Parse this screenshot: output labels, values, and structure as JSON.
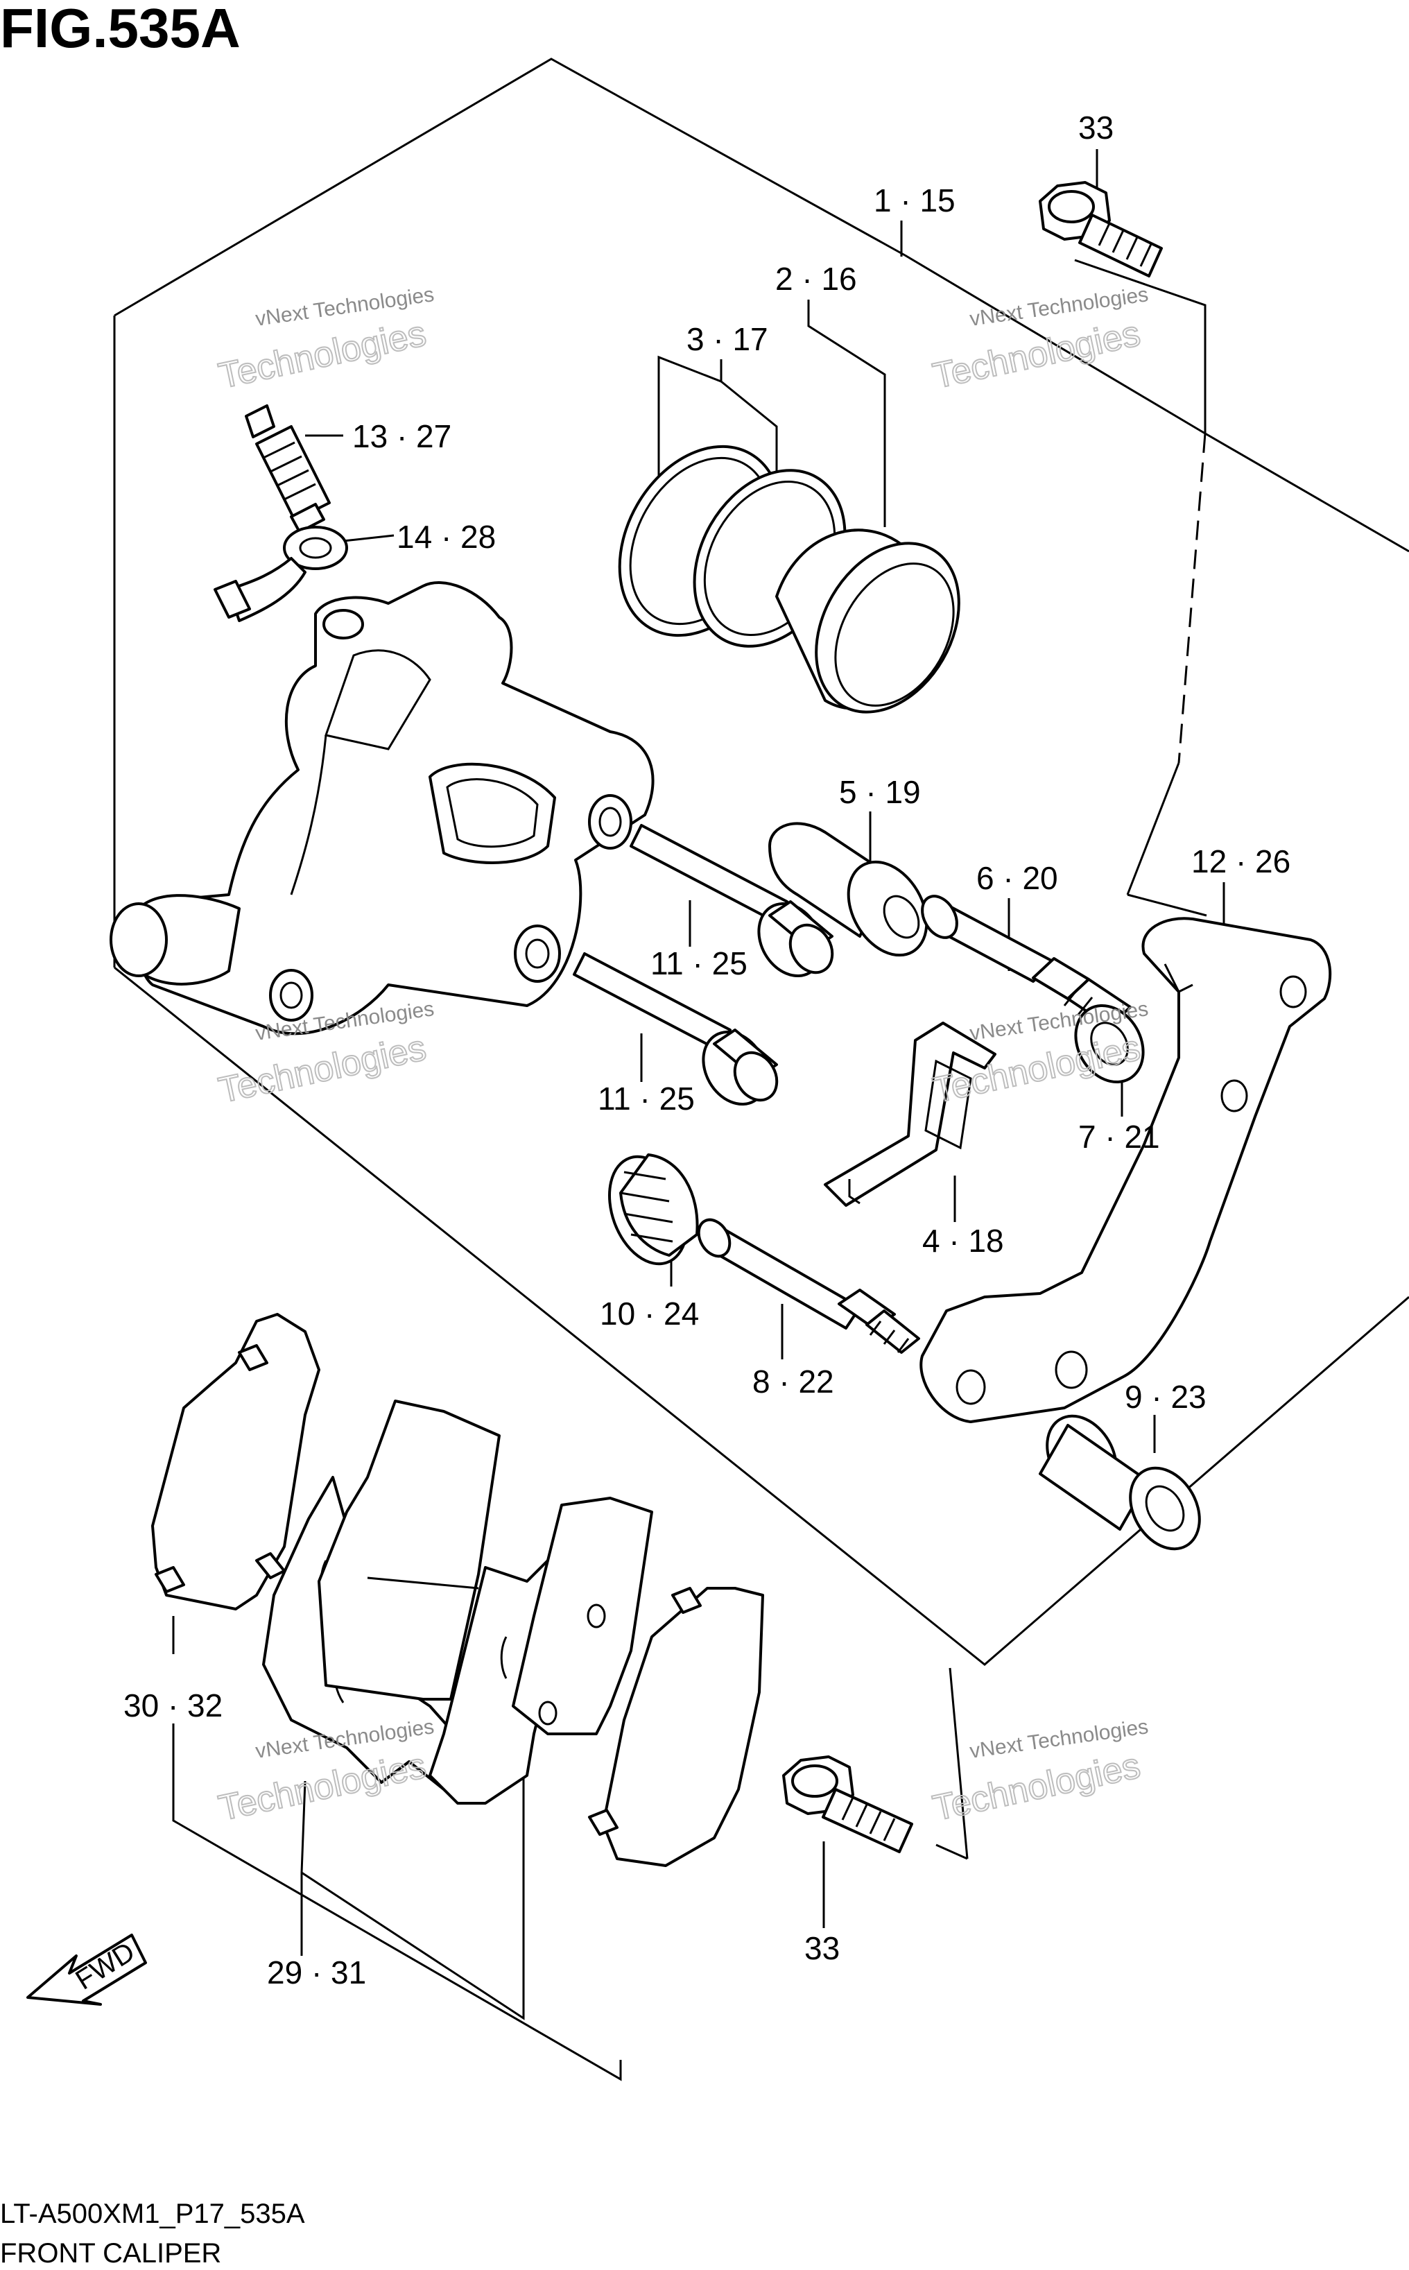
{
  "figure_title": "FIG.535A",
  "footer": {
    "model_code": "LT-A500XM1_P17_535A",
    "section_name": "FRONT CALIPER"
  },
  "watermark": {
    "line1": "vNext Technologies",
    "line2": "Technologies"
  },
  "fwd_label": "FWD",
  "callouts": {
    "c33_top": "33",
    "c1_15": "1 · 15",
    "c2_16": "2 · 16",
    "c3_17": "3 · 17",
    "c13_27": "13 · 27",
    "c14_28": "14 · 28",
    "c5_19": "5 · 19",
    "c12_26": "12 · 26",
    "c6_20": "6 · 20",
    "c11_25_a": "11 · 25",
    "c11_25_b": "11 · 25",
    "c7_21": "7 · 21",
    "c4_18": "4 · 18",
    "c10_24": "10 · 24",
    "c8_22": "8 · 22",
    "c9_23": "9 · 23",
    "c30_32": "30 · 32",
    "c29_31": "29 · 31",
    "c33_bottom": "33"
  }
}
